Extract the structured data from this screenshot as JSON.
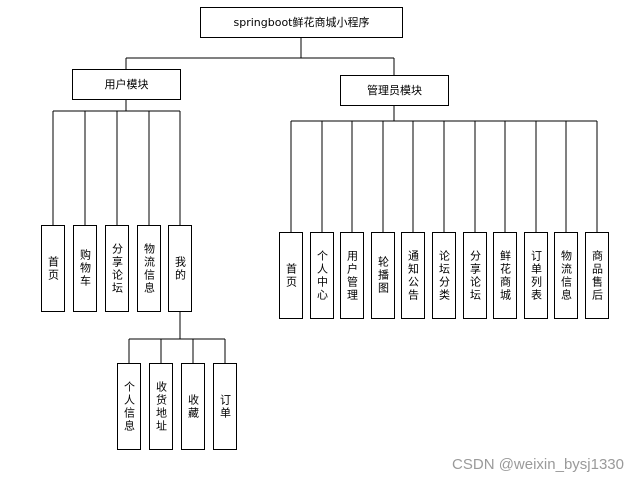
{
  "root": {
    "label": "springboot鲜花商城小程序"
  },
  "user_module": {
    "label": "用户模块",
    "children": [
      "首页",
      "购物车",
      "分享论坛",
      "物流信息",
      "我的"
    ],
    "mine_children": [
      "个人信息",
      "收货地址",
      "收藏",
      "订单"
    ]
  },
  "admin_module": {
    "label": "管理员模块",
    "children": [
      "首页",
      "个人中心",
      "用户管理",
      "轮播图",
      "通知公告",
      "论坛分类",
      "分享论坛",
      "鲜花商城",
      "订单列表",
      "物流信息",
      "商品售后"
    ]
  },
  "watermark": "CSDN @weixin_bysj1330"
}
